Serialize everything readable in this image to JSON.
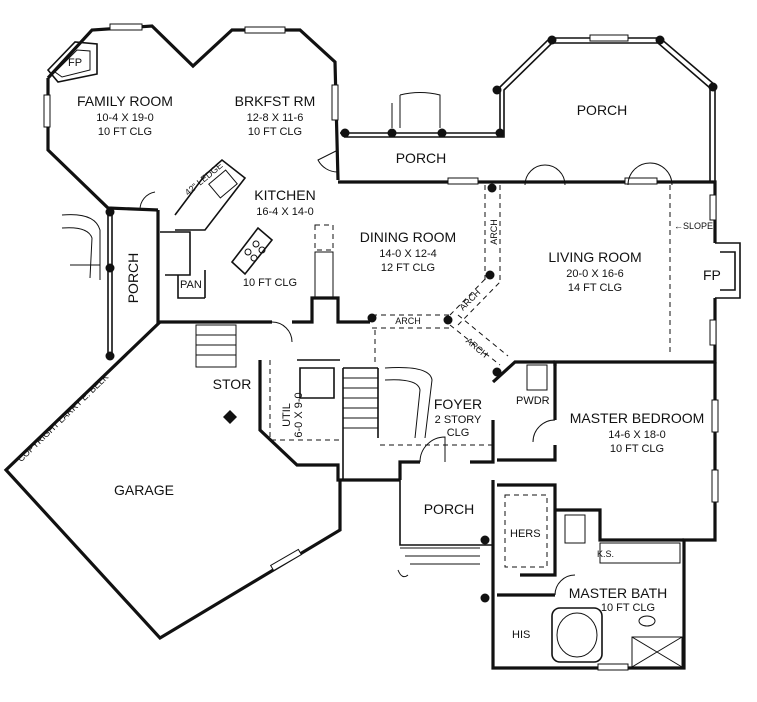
{
  "rooms": {
    "family": {
      "name": "FAMILY ROOM",
      "dim": "10-4 X 19-0",
      "clg": "10 FT CLG"
    },
    "breakfast": {
      "name": "BRKFST RM",
      "dim": "12-8 X 11-6",
      "clg": "10 FT CLG"
    },
    "kitchen": {
      "name": "KITCHEN",
      "dim": "16-4 X 14-0",
      "clg": "10 FT CLG"
    },
    "dining": {
      "name": "DINING ROOM",
      "dim": "14-0 X 12-4",
      "clg": "12 FT CLG"
    },
    "living": {
      "name": "LIVING ROOM",
      "dim": "20-0 X 16-6",
      "clg": "14 FT CLG"
    },
    "master_bed": {
      "name": "MASTER BEDROOM",
      "dim": "14-6 X 18-0",
      "clg": "10 FT CLG"
    },
    "master_bath": {
      "name": "MASTER BATH",
      "clg": "10 FT CLG"
    },
    "foyer": {
      "name": "FOYER",
      "line2": "2 STORY",
      "line3": "CLG"
    },
    "util": {
      "name": "UTIL",
      "dim": "6-0 X 9-0"
    },
    "garage": {
      "name": "GARAGE"
    },
    "stor": {
      "name": "STOR"
    }
  },
  "small_labels": {
    "fp": "FP",
    "pan": "PAN",
    "pwdr": "PWDR",
    "hers": "HERS",
    "his": "HIS",
    "ks": "K.S.",
    "ledge": "42\" LEDGE",
    "slope": "←SLOPE",
    "arch": "ARCH",
    "porch": "PORCH"
  },
  "copyright": "COPYRIGHT LARRY E. BELK"
}
